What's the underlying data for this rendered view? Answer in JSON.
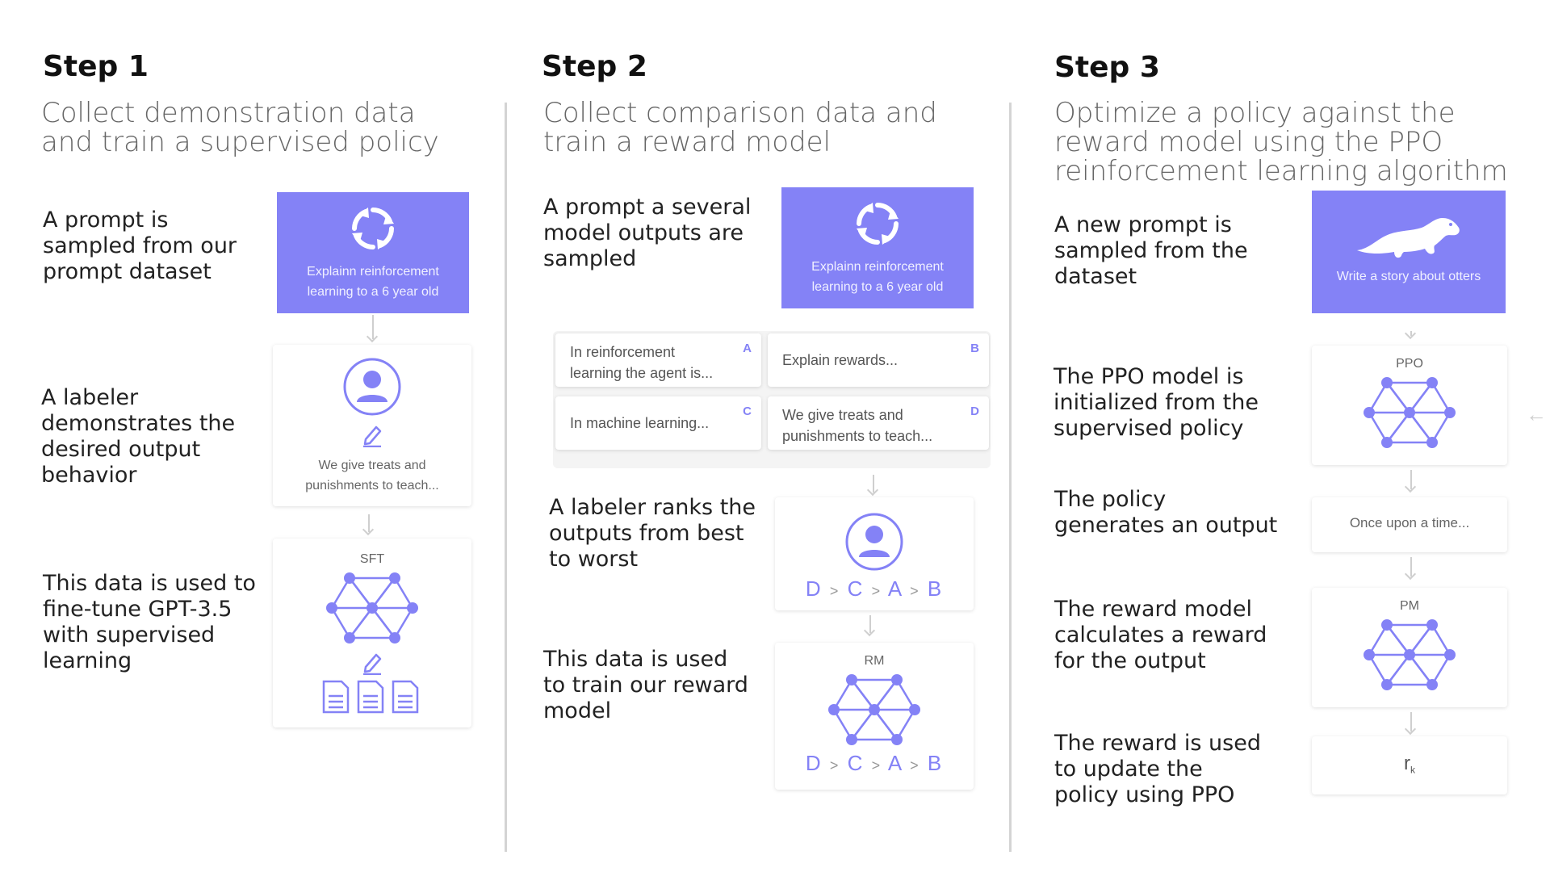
{
  "colors": {
    "accent": "#8482f6",
    "divider": "#d4d4d4"
  },
  "step1": {
    "title": "Step 1",
    "subtitle_1": "Collect demonstration data",
    "subtitle_2": "and train a supervised policy",
    "desc1": [
      "A prompt is",
      "sampled from our",
      "prompt dataset"
    ],
    "prompt": [
      "Explainn reinforcement",
      "learning to a 6 year old"
    ],
    "desc2": [
      "A labeler",
      "demonstrates the",
      "desired output",
      "behavior"
    ],
    "demo_text": [
      "We give treats and",
      "punishments to teach..."
    ],
    "desc3": [
      "This data is used to",
      "fine-tune GPT-3.5",
      "with supervised",
      "learning"
    ],
    "model_label": "SFT"
  },
  "step2": {
    "title": "Step 2",
    "subtitle_1": "Collect comparison data and",
    "subtitle_2": "train a reward model",
    "desc1": [
      "A prompt a several",
      "model outputs are",
      "sampled"
    ],
    "prompt": [
      "Explainn reinforcement",
      "learning to a 6 year old"
    ],
    "outputs": [
      {
        "letter": "A",
        "text": [
          "In reinforcement",
          "learning the agent is..."
        ]
      },
      {
        "letter": "B",
        "text": [
          "Explain rewards..."
        ]
      },
      {
        "letter": "C",
        "text": [
          "In machine learning..."
        ]
      },
      {
        "letter": "D",
        "text": [
          "We give treats and",
          "punishments to teach..."
        ]
      }
    ],
    "desc2": [
      "A labeler ranks the",
      "outputs from best",
      "to worst"
    ],
    "ranking": [
      "D",
      "C",
      "A",
      "B"
    ],
    "desc3": [
      "This data is used",
      "to train our reward",
      "model"
    ],
    "model_label": "RM"
  },
  "step3": {
    "title": "Step 3",
    "subtitle_1": "Optimize a policy against the",
    "subtitle_2": "reward model using the PPO",
    "subtitle_3": "reinforcement learning algorithm",
    "desc1": [
      "A new prompt is",
      "sampled from the",
      "dataset"
    ],
    "prompt": "Write a story about otters",
    "desc2": [
      "The PPO model is",
      "initialized from the",
      "supervised policy"
    ],
    "ppo_label": "PPO",
    "desc3": [
      "The policy",
      "generates an output"
    ],
    "output_text": "Once upon a time...",
    "desc4": [
      "The reward model",
      "calculates a reward",
      "for the output"
    ],
    "pm_label": "PM",
    "desc5": [
      "The reward is used",
      "to update the",
      "policy using PPO"
    ],
    "reward_symbol": "r",
    "reward_sub": "k"
  }
}
